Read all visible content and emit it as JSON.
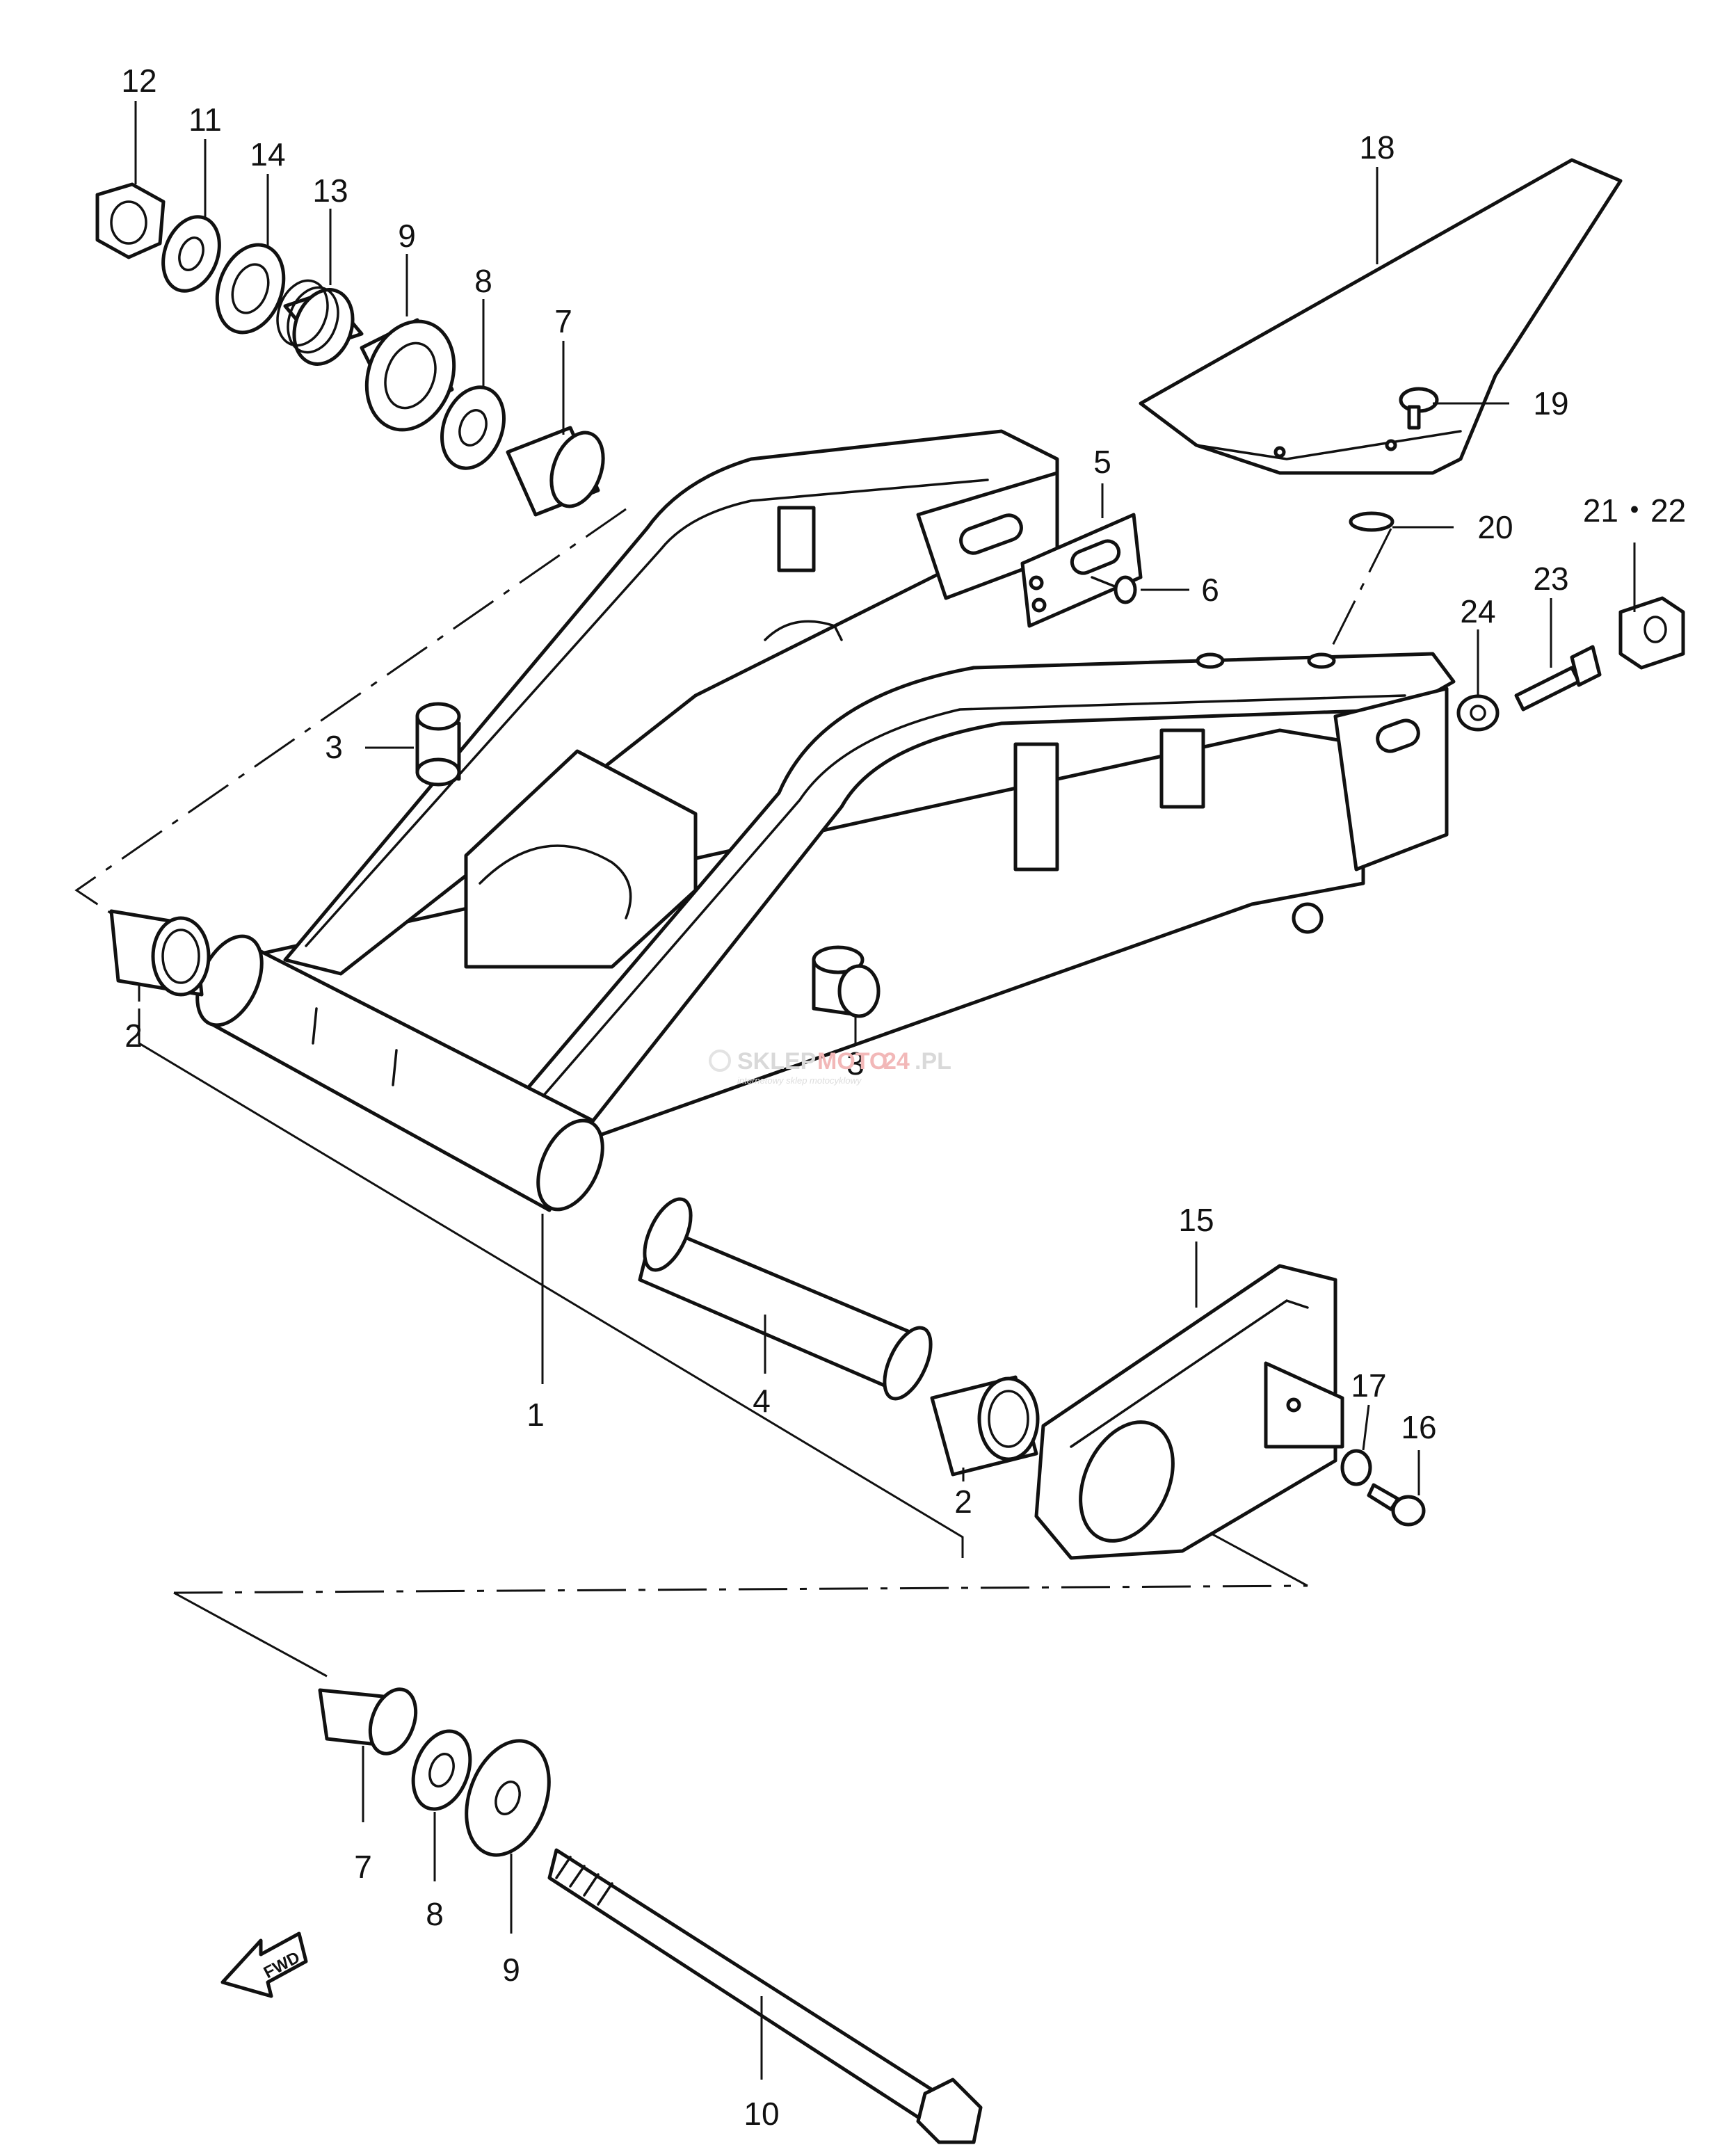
{
  "callouts": {
    "c1": "1",
    "c2a": "2",
    "c2b": "2",
    "c3a": "3",
    "c3b": "3",
    "c4": "4",
    "c5": "5",
    "c6": "6",
    "c7a": "7",
    "c7b": "7",
    "c8a": "8",
    "c8b": "8",
    "c9a": "9",
    "c9b": "9",
    "c10": "10",
    "c11": "11",
    "c12": "12",
    "c13": "13",
    "c14": "14",
    "c15": "15",
    "c16": "16",
    "c17": "17",
    "c18": "18",
    "c19": "19",
    "c20": "20",
    "c2122": "21・22",
    "c23": "23",
    "c24": "24"
  },
  "fwd_label": "FWD",
  "watermark": {
    "part1": "SKLEP",
    "part2": "MOTO",
    "part3": "24",
    "part4": ".PL",
    "tagline": "internetowy sklep motocyklowy"
  }
}
